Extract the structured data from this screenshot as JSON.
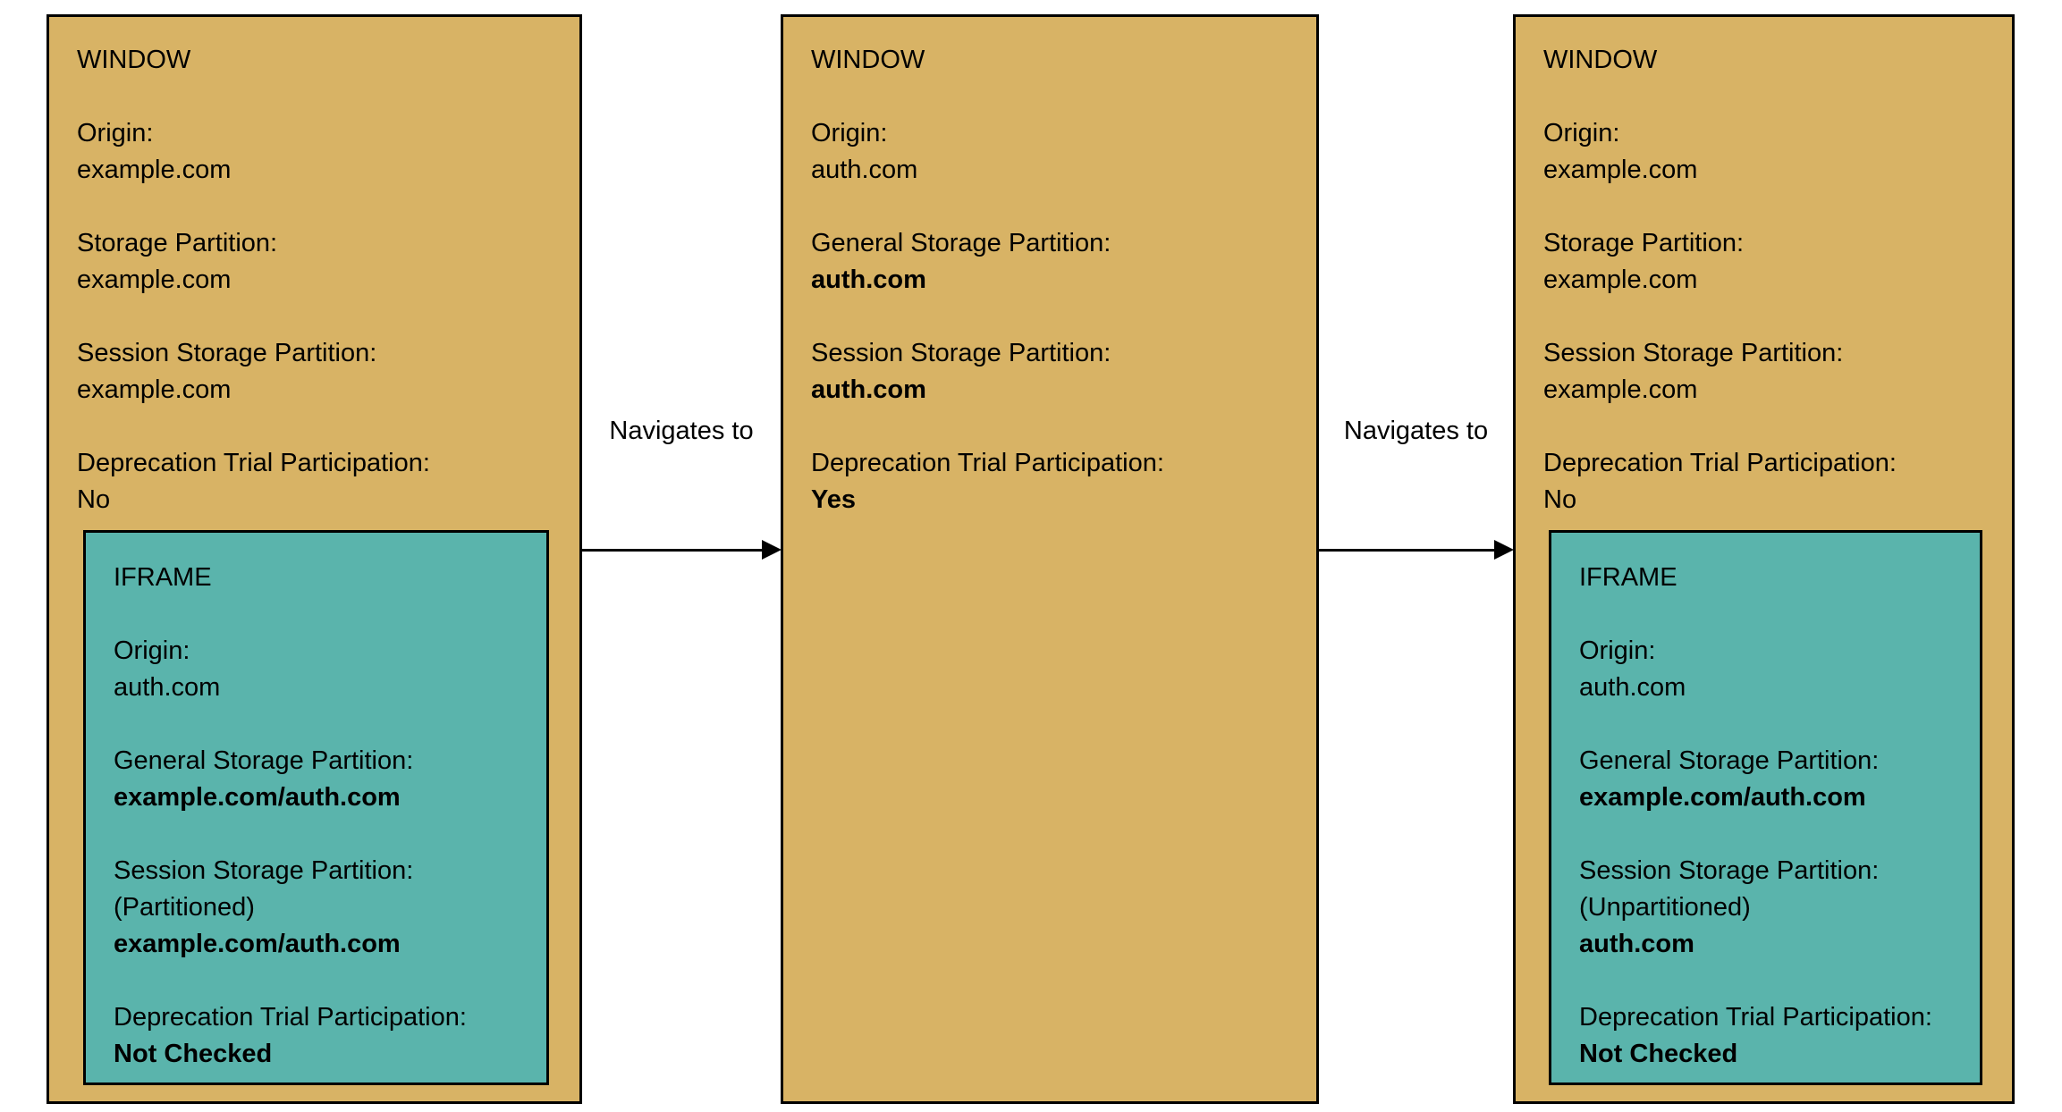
{
  "colors": {
    "window_fill": "#D8B365",
    "iframe_fill": "#5AB4AC",
    "border": "#000000",
    "background": "#FFFFFF"
  },
  "arrows": [
    {
      "label": "Navigates to"
    },
    {
      "label": "Navigates to"
    }
  ],
  "boxes": [
    {
      "title": "WINDOW",
      "fields": [
        {
          "label": "Origin:",
          "value": "example.com",
          "value_bold": false
        },
        {
          "label": "Storage Partition:",
          "value": "example.com",
          "value_bold": false
        },
        {
          "label": "Session Storage Partition:",
          "value": "example.com",
          "value_bold": false
        },
        {
          "label": "Deprecation Trial Participation:",
          "value": "No",
          "value_bold": false
        }
      ],
      "iframe": {
        "title": "IFRAME",
        "fields": [
          {
            "label": "Origin:",
            "value": "auth.com",
            "value_bold": false
          },
          {
            "label": "General Storage Partition:",
            "value": "example.com/auth.com",
            "value_bold": true
          },
          {
            "label": "Session Storage Partition:",
            "note": "(Partitioned)",
            "value": "example.com/auth.com",
            "value_bold": true
          },
          {
            "label": "Deprecation Trial Participation:",
            "value": "Not Checked",
            "value_bold": true
          }
        ]
      }
    },
    {
      "title": "WINDOW",
      "fields": [
        {
          "label": "Origin:",
          "value": "auth.com",
          "value_bold": false
        },
        {
          "label": "General Storage Partition:",
          "value": "auth.com",
          "value_bold": true
        },
        {
          "label": "Session Storage Partition:",
          "value": "auth.com",
          "value_bold": true
        },
        {
          "label": "Deprecation Trial Participation:",
          "value": "Yes",
          "value_bold": true
        }
      ]
    },
    {
      "title": "WINDOW",
      "fields": [
        {
          "label": "Origin:",
          "value": "example.com",
          "value_bold": false
        },
        {
          "label": "Storage Partition:",
          "value": "example.com",
          "value_bold": false
        },
        {
          "label": "Session Storage Partition:",
          "value": "example.com",
          "value_bold": false
        },
        {
          "label": "Deprecation Trial Participation:",
          "value": "No",
          "value_bold": false
        }
      ],
      "iframe": {
        "title": "IFRAME",
        "fields": [
          {
            "label": "Origin:",
            "value": "auth.com",
            "value_bold": false
          },
          {
            "label": "General Storage Partition:",
            "value": "example.com/auth.com",
            "value_bold": true
          },
          {
            "label": "Session Storage Partition:",
            "note": "(Unpartitioned)",
            "value": "auth.com",
            "value_bold": true
          },
          {
            "label": "Deprecation Trial Participation:",
            "value": "Not Checked",
            "value_bold": true
          }
        ]
      }
    }
  ]
}
